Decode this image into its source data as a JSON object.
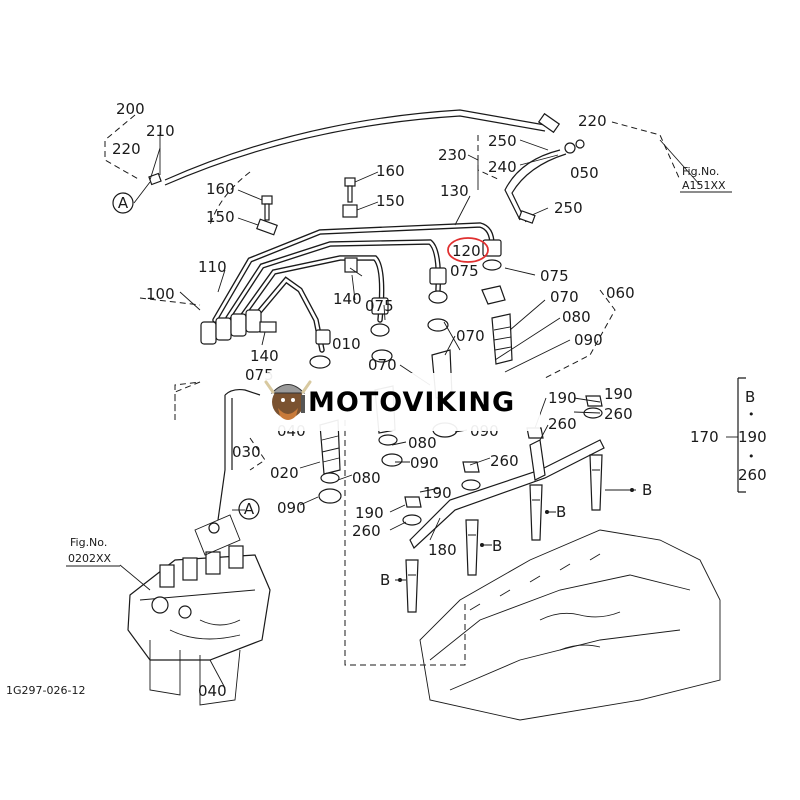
{
  "diagram_id": "1G297-026-12",
  "brand": {
    "name": "MOTOVIKING"
  },
  "highlight_color": "#e03030",
  "figure_refs": [
    {
      "no_label": "Fig.No.",
      "code": "A151XX"
    },
    {
      "no_label": "Fig.No.",
      "code": "0202XX"
    }
  ],
  "callouts": {
    "A": "A",
    "B": "B"
  },
  "bracket_170": {
    "ref": "170",
    "top": "B",
    "bullet": "•",
    "middle": "190",
    "bottom": "260"
  },
  "labels": [
    "200",
    "210",
    "220",
    "220",
    "250",
    "240",
    "050",
    "230",
    "160",
    "150",
    "160",
    "150",
    "130",
    "250",
    "120",
    "075",
    "075",
    "110",
    "100",
    "140",
    "075",
    "140",
    "075",
    "010",
    "070",
    "070",
    "070",
    "080",
    "090",
    "060",
    "030",
    "040",
    "080",
    "090",
    "080",
    "090",
    "190",
    "260",
    "020",
    "260",
    "190",
    "190",
    "260",
    "190",
    "260",
    "180",
    "090",
    "040"
  ]
}
